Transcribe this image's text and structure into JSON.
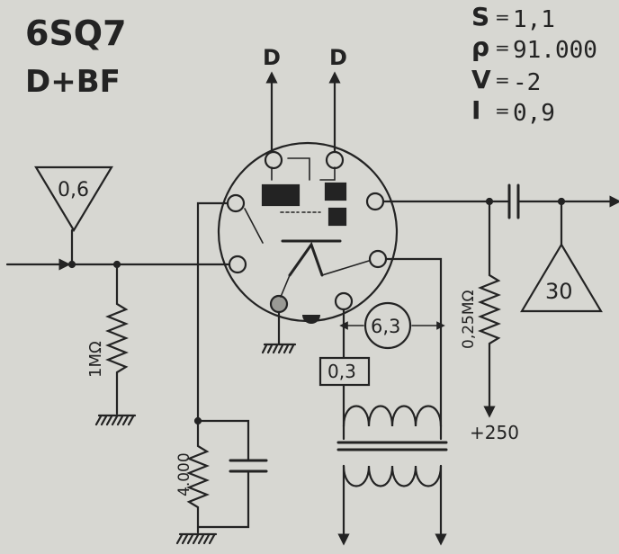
{
  "tube": {
    "type": "6SQ7",
    "function": "D+BF"
  },
  "specs": [
    {
      "symbol": "S",
      "value": "1,1"
    },
    {
      "symbol": "ρ",
      "value": "91.000"
    },
    {
      "symbol": "V",
      "value": "-2"
    },
    {
      "symbol": "I",
      "value": "0,9"
    }
  ],
  "diode_outputs": [
    "D",
    "D"
  ],
  "input_stage_gain": "0,6",
  "output_stage_gain": "30",
  "grid_resistor": "1MΩ",
  "cathode_resistor": "4.000",
  "heater_voltage": "6,3",
  "heater_current": "0,3",
  "plate_resistor": "0,25MΩ",
  "supply_voltage": "+250",
  "colors": {
    "ink": "#232323",
    "paper": "#d7d7d2"
  }
}
